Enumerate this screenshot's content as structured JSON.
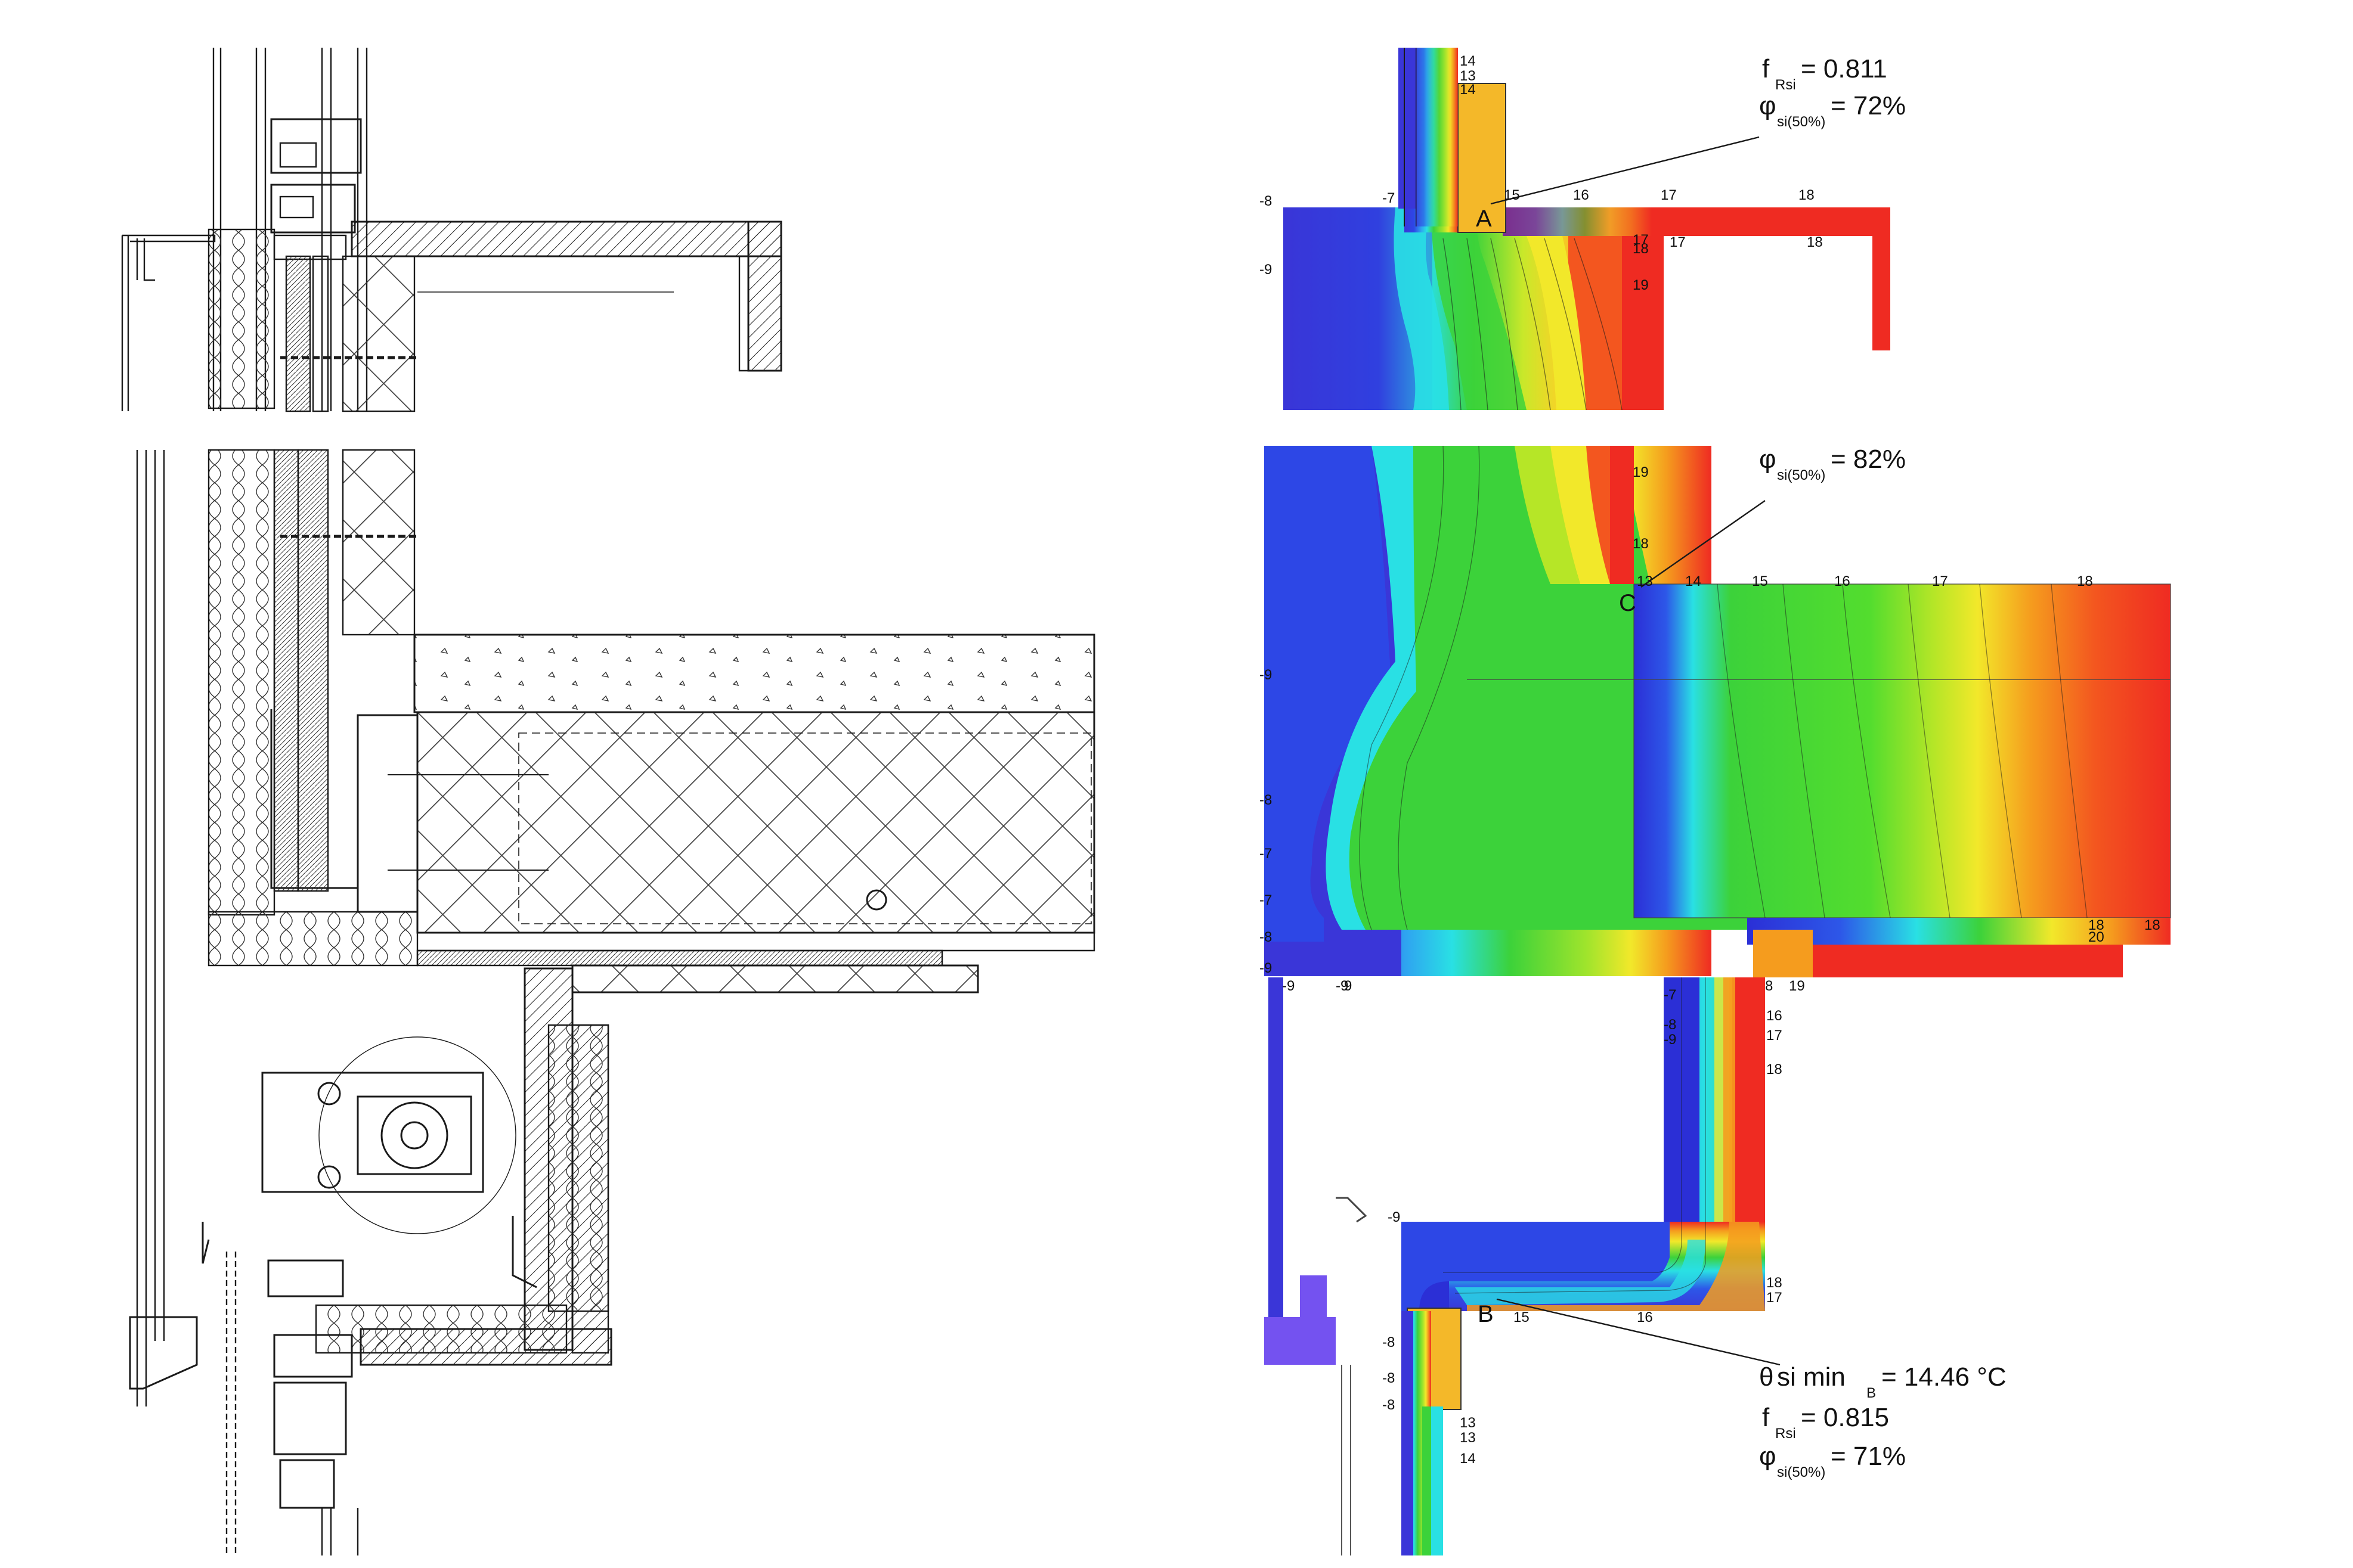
{
  "annotations": {
    "top": {
      "f_symbol": "f",
      "f_sub": "Rsi",
      "f_value": "= 0.811",
      "phi_symbol": "φ",
      "phi_sub": "si(50%)",
      "phi_value": "= 72%"
    },
    "middle": {
      "phi_symbol": "φ",
      "phi_sub": "si(50%)",
      "phi_value": "= 82%"
    },
    "bottom": {
      "theta_symbol": "θ",
      "theta_text": "si min",
      "theta_sub": "B",
      "theta_value": "= 14.46 °C",
      "f_symbol": "f",
      "f_sub": "Rsi",
      "f_value": "= 0.815",
      "phi_symbol": "φ",
      "phi_sub": "si(50%)",
      "phi_value": "= 71%"
    }
  },
  "points": {
    "a": "A",
    "b": "B",
    "c": "C"
  },
  "isotherm_labels": {
    "top_stack": [
      "14",
      "13",
      "14"
    ],
    "top_row": [
      "-8",
      "-7",
      "15",
      "16",
      "17",
      "18"
    ],
    "top_inner": [
      "17",
      "18",
      "17",
      "18",
      "19"
    ],
    "top_left": [
      "-9"
    ],
    "mid_right": [
      "19",
      "18",
      "13",
      "14",
      "15",
      "16",
      "17",
      "18"
    ],
    "slab_left": [
      "-9",
      "-8",
      "-7",
      "-7",
      "-8",
      "-9"
    ],
    "slab_right": [
      "18",
      "20",
      "18"
    ],
    "lower_row": [
      "-9",
      "-9",
      "9"
    ],
    "lower_right": [
      "8",
      "19",
      "16",
      "17",
      "18"
    ],
    "lower_left": [
      "-8",
      "-9",
      "-7"
    ],
    "soffit": [
      "-9",
      "18",
      "17",
      "15",
      "16"
    ],
    "bottom_left": [
      "-8",
      "-8",
      "-8"
    ],
    "bottom_stack": [
      "13",
      "13",
      "14"
    ]
  },
  "colors": {
    "cold": "#2b2fd6",
    "cyan": "#29e0e4",
    "green": "#3cd23a",
    "yellow": "#f2e82a",
    "orange": "#f59c1e",
    "warm": "#ef2b22",
    "line": "#1a1a1a"
  }
}
